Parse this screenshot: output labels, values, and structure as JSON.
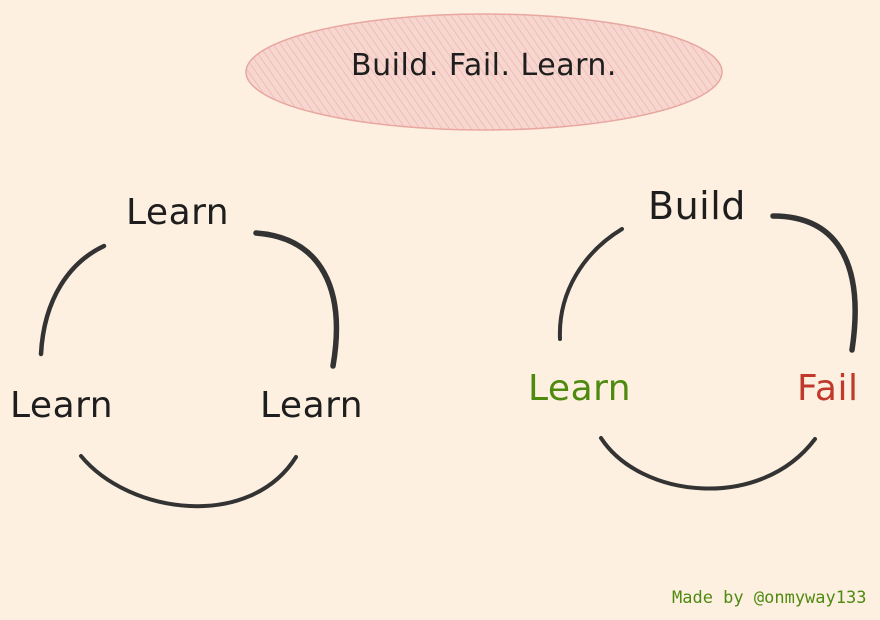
{
  "title": "Build. Fail. Learn.",
  "left_cycle": {
    "top_label": "Learn",
    "left_label": "Learn",
    "right_label": "Learn"
  },
  "right_cycle": {
    "top_label": "Build",
    "left_label": "Learn",
    "right_label": "Fail"
  },
  "credit": "Made by @onmyway133",
  "colors": {
    "background": "#fdf0e0",
    "title_fill": "#f7d6d0",
    "title_stroke": "#e8a8a0",
    "ink": "#1e1e1e",
    "learn_green": "#4f8a10",
    "fail_red": "#c0392b",
    "credit_green": "#4f8a10"
  }
}
